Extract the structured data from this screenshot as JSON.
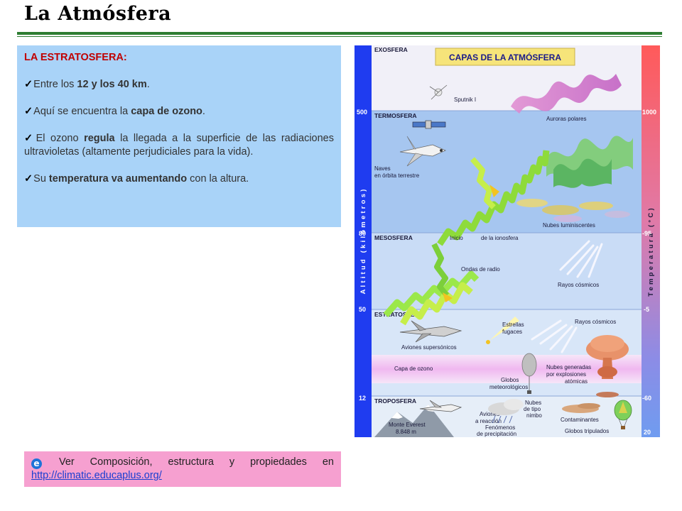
{
  "page": {
    "title": "La Atmósfera"
  },
  "info": {
    "heading": "LA ESTRATOSFERA:",
    "bullets": [
      {
        "pre": "Entre los ",
        "strong": "12 y los 40 km",
        "post": "."
      },
      {
        "pre": "Aquí se encuentra la ",
        "strong": "capa de ozono",
        "post": "."
      },
      {
        "pre": "El ozono ",
        "strong": "regula",
        "post": " la llegada a la superficie de las radiaciones ultravioletas (altamente perjudiciales para la vida)."
      },
      {
        "pre": "Su ",
        "strong": "temperatura va aumentando",
        "post": " con la altura."
      }
    ]
  },
  "link_box": {
    "text": " Ver Composición, estructura y propiedades en ",
    "url": "http://climatic.educaplus.org/",
    "icon": "internet-explorer-icon"
  },
  "diagram": {
    "banner": "CAPAS DE LA ATMÓSFERA",
    "left_axis_label": "Altitud (kilómetros)",
    "right_axis_label": "Temperatura (°C)",
    "left_ticks": [
      "500",
      "80",
      "50",
      "12"
    ],
    "right_ticks": [
      "1000",
      "-95",
      "-5",
      "-60",
      "20"
    ],
    "layers": [
      "EXOSFERA",
      "TERMOSFERA",
      "MESOSFERA",
      "ESTRATOSFERA",
      "TROPOSFERA"
    ],
    "labels": {
      "sputnik": "Sputnik I",
      "auroras": "Auroras polares",
      "naves": "Naves\nen órbita terrestre",
      "nubes_lum": "Nubes luminiscentes",
      "inicio": "Inicio",
      "ionosfera": "de la ionosfera",
      "ondas": "Ondas de radio",
      "rayos1": "Rayos cósmicos",
      "rayos2": "Rayos cósmicos",
      "aviones_sup": "Aviones supersónicos",
      "estrellas": "Estrellas\nfugaces",
      "ozono": "Capa de ozono",
      "globos_met": "Globos\nmeteorológicos",
      "nubes_gen": "Nubes generadas\npor explosiones\natómicas",
      "everest": "Monte Everest\n8.848 m",
      "aviones_reac": "Aviones\na reacción",
      "nubes_nimbo": "Nubes\nde tipo\nnimbo",
      "fenomenos": "Fenómenos\nde precipitación",
      "contaminantes": "Contaminantes",
      "globos_trip": "Globos tripulados"
    },
    "colors": {
      "left_bar": "#1f3cf0",
      "exosfera": "#f1f0f8",
      "termosfera": "#a6c6f0",
      "mesosfera": "#c9dcf6",
      "estratosfera": "#d8e6f8",
      "ozono": "#f0c6f0",
      "troposfera": "#e6eef8"
    }
  }
}
